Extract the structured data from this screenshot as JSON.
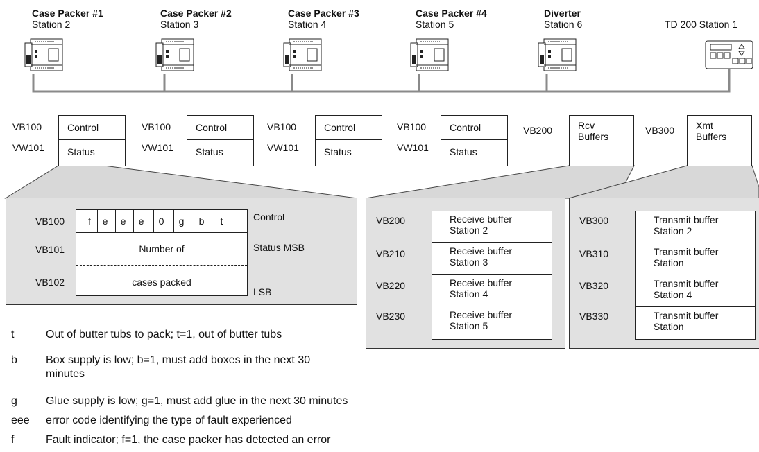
{
  "stations": [
    {
      "title": "Case Packer #1",
      "sub": "Station 2"
    },
    {
      "title": "Case Packer #2",
      "sub": "Station 3"
    },
    {
      "title": "Case Packer #3",
      "sub": "Station 4"
    },
    {
      "title": "Case Packer #4",
      "sub": "Station 5"
    },
    {
      "title": "Diverter",
      "sub": "Station 6"
    },
    {
      "title": "",
      "sub": "TD 200 Station 1"
    }
  ],
  "packer_regs": {
    "addr1": "VB100",
    "addr2": "VW101",
    "row1": "Control",
    "row2": "Status"
  },
  "buffers": {
    "rcv": {
      "addr": "VB200",
      "label": "Rcv\nBuffers"
    },
    "xmt": {
      "addr": "VB300",
      "label": "Xmt\nBuffers"
    }
  },
  "control_detail": {
    "addrs": [
      "VB100",
      "VB101",
      "VB102"
    ],
    "bits": [
      "f",
      "e",
      "e",
      "e",
      "0",
      "g",
      "b",
      "t"
    ],
    "middle_top": "Number of",
    "middle_bottom": "cases packed",
    "right_labels": [
      "Control",
      "Status MSB",
      "LSB"
    ]
  },
  "receive_detail": {
    "addrs": [
      "VB200",
      "VB210",
      "VB220",
      "VB230"
    ],
    "labels": [
      "Receive buffer\nStation 2",
      "Receive buffer\nStation 3",
      "Receive buffer\nStation 4",
      "Receive buffer\nStation 5"
    ]
  },
  "transmit_detail": {
    "addrs": [
      "VB300",
      "VB310",
      "VB320",
      "VB330"
    ],
    "labels": [
      "Transmit buffer\nStation 2",
      "Transmit buffer\nStation",
      "Transmit buffer\nStation 4",
      "Transmit buffer\nStation"
    ]
  },
  "legend": [
    {
      "key": "t",
      "text": "Out of butter tubs to pack; t=1, out of butter tubs"
    },
    {
      "key": "b",
      "text": "Box supply is low; b=1, must add boxes in the next 30 minutes"
    },
    {
      "key": "g",
      "text": "Glue supply is low; g=1, must add glue in the next 30 minutes"
    },
    {
      "key": "eee",
      "text": "error code identifying the type of fault experienced"
    },
    {
      "key": "f",
      "text": "Fault indicator; f=1, the case packer has detected an error"
    }
  ]
}
